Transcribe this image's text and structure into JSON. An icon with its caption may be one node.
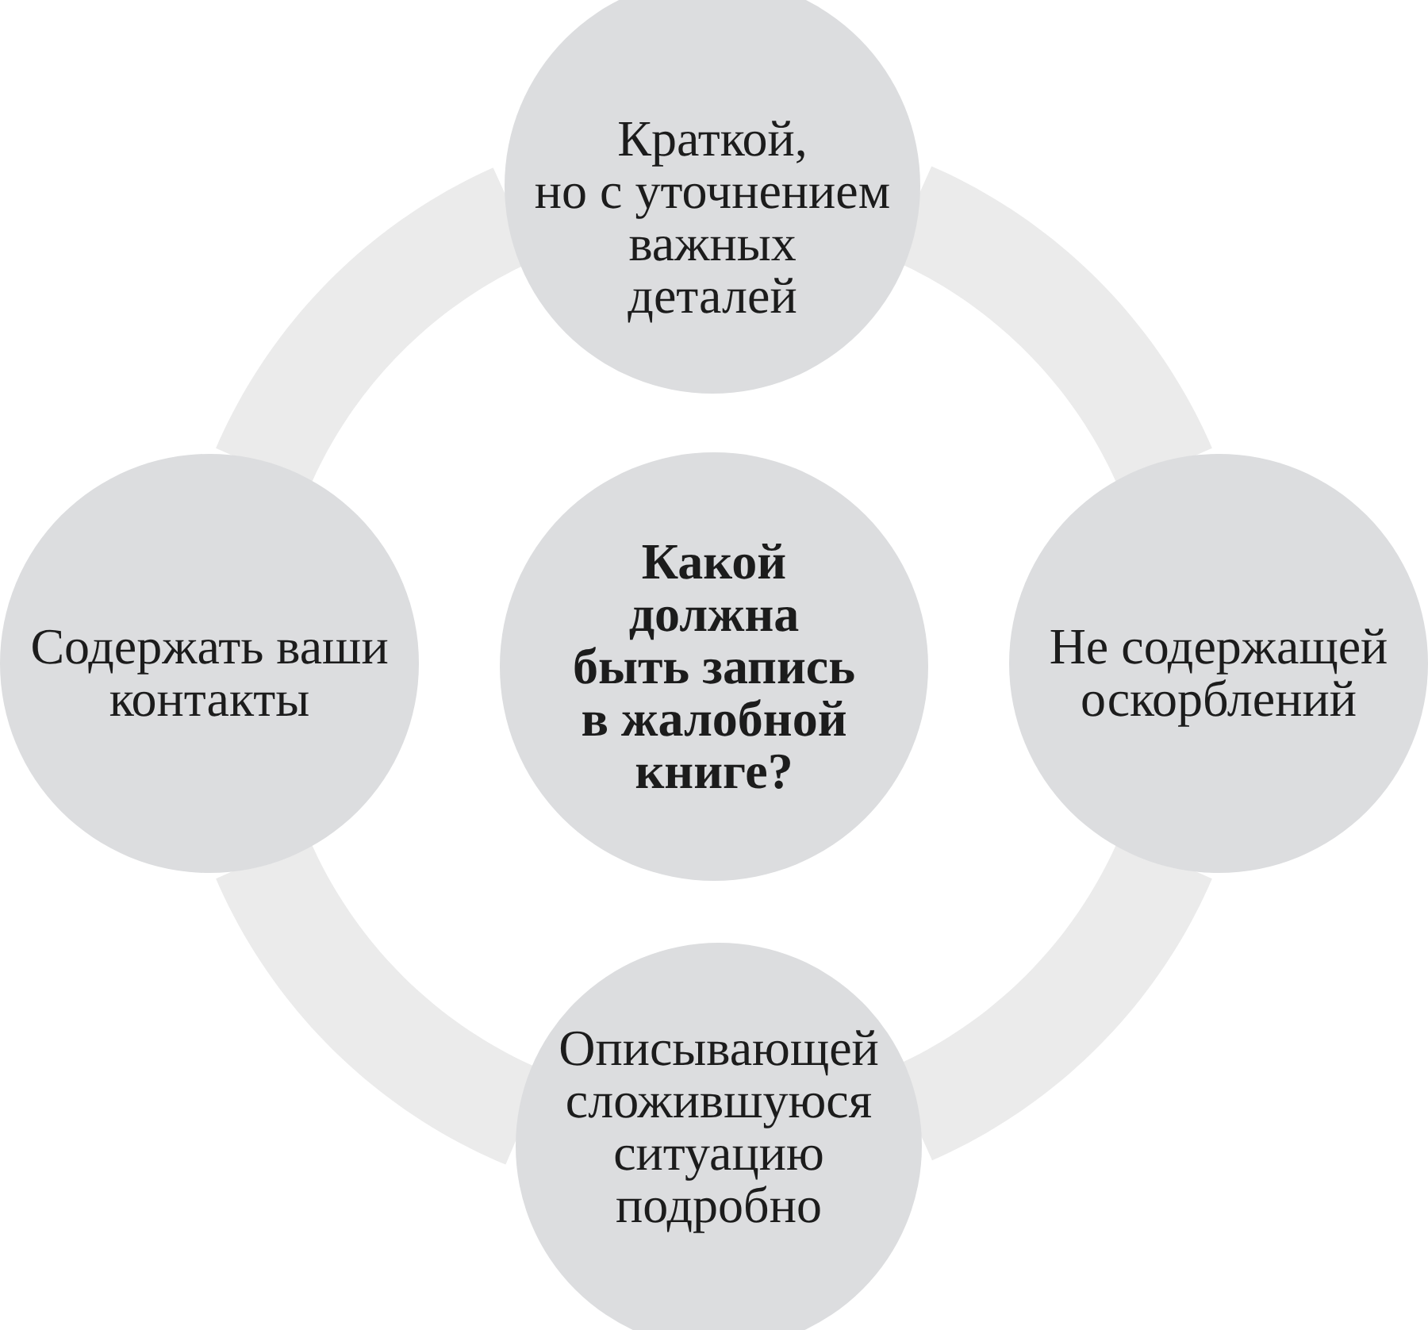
{
  "diagram": {
    "nodes": [
      {
        "text": [
          "Краткой, но с уточнением важных деталей"
        ]
      },
      {
        "text": [
          "Содержать ваши контакты"
        ]
      },
      {
        "text": [
          "Какой должна быть запись в жалобной книге?"
        ]
      },
      {
        "text": [
          "Не содержащей оскорблений"
        ]
      },
      {
        "text": [
          "Описывающей сложившуюся ситуацию подробно"
        ]
      }
    ],
    "edges": [
      {
        "from": 0,
        "to": 3,
        "arrow": "none"
      },
      {
        "from": 3,
        "to": 4,
        "arrow": "none"
      },
      {
        "from": 4,
        "to": 1,
        "arrow": "none"
      },
      {
        "from": 1,
        "to": 0,
        "arrow": "none"
      }
    ]
  }
}
